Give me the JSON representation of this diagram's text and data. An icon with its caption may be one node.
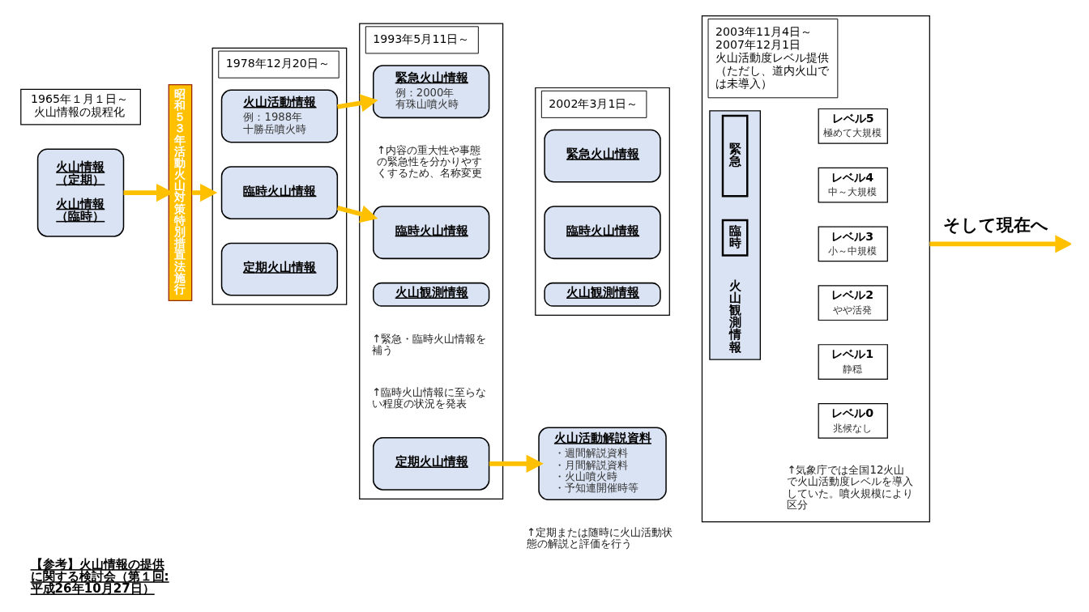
{
  "diagram": {
    "caption": "【参考】火山情報の提供に関する検討会（第１回:平成26年10月27日）",
    "nodes": [
      {
        "text": [
          "1965年１月１日～",
          "火山情報の規程化"
        ]
      },
      {
        "text": [
          "火山情報（定期）",
          "火山情報（臨時）"
        ]
      },
      {
        "text": [
          "昭和５３年活動火山対策特別措置法施行"
        ]
      },
      {
        "text": [
          "1978年12月20日～"
        ]
      },
      {
        "text": [
          "火山活動情報",
          "例：1988年十勝岳噴火時"
        ],
        "in": 3
      },
      {
        "text": [
          "臨時火山情報"
        ],
        "in": 3
      },
      {
        "text": [
          "定期火山情報"
        ],
        "in": 3
      },
      {
        "text": [
          "1993年5月11日～"
        ]
      },
      {
        "text": [
          "緊急火山情報",
          "例：2000年有珠山噴火時"
        ],
        "in": 7,
        "beside": [
          "↑内容の重大性や事態の緊急性を分かりやすくするため、名称変更"
        ]
      },
      {
        "text": [
          "臨時火山情報"
        ],
        "in": 7
      },
      {
        "text": [
          "火山観測情報"
        ],
        "in": 7,
        "beside": [
          "↑緊急・臨時火山情報を補う",
          "↑臨時火山情報に至らない程度の状況を発表"
        ]
      },
      {
        "text": [
          "定期火山情報"
        ],
        "in": 7
      },
      {
        "text": [
          "2002年3月1日～"
        ]
      },
      {
        "text": [
          "緊急火山情報"
        ],
        "in": 12
      },
      {
        "text": [
          "臨時火山情報"
        ],
        "in": 12
      },
      {
        "text": [
          "火山観測情報"
        ],
        "in": 12
      },
      {
        "text": [
          "火山活動解説資料",
          "・週間解説資料",
          "・月間解説資料",
          "・火山噴火時",
          "・予知連開催時等"
        ],
        "beside": [
          "↑定期または随時に火山活動状態の解説と評価を行う"
        ]
      },
      {
        "text": [
          "2003年11月4日～2007年12月1日",
          "火山活動度レベル提供（ただし、道内火山では未導入）"
        ],
        "beside": [
          "↑気象庁では全国12火山で火山活動度レベルを導入していた。噴火規模により区分"
        ]
      },
      {
        "text": [
          "火山観測情報"
        ],
        "in": 17
      },
      {
        "text": [
          "緊急"
        ],
        "in": 18
      },
      {
        "text": [
          "臨時"
        ],
        "in": 18
      },
      {
        "text": [
          "レベル5",
          "極めて大規模"
        ],
        "in": 17
      },
      {
        "text": [
          "レベル4",
          "中～大規模"
        ],
        "in": 17
      },
      {
        "text": [
          "レベル3",
          "小～中規模"
        ],
        "in": 17
      },
      {
        "text": [
          "レベル2",
          "やや活発"
        ],
        "in": 17
      },
      {
        "text": [
          "レベル1",
          "静穏"
        ],
        "in": 17
      },
      {
        "text": [
          "レベル0",
          "兆候なし"
        ],
        "in": 17
      }
    ],
    "edges": [
      {
        "from": 1,
        "to": 2,
        "arrow": "to"
      },
      {
        "from": 2,
        "to": 3,
        "arrow": "to"
      },
      {
        "from": 4,
        "to": 8,
        "arrow": "to"
      },
      {
        "from": 5,
        "to": 9,
        "arrow": "to"
      },
      {
        "from": 11,
        "to": 16,
        "arrow": "to"
      },
      {
        "from": 17,
        "to": null,
        "arrow": "to",
        "label": "そして現在へ"
      }
    ]
  }
}
